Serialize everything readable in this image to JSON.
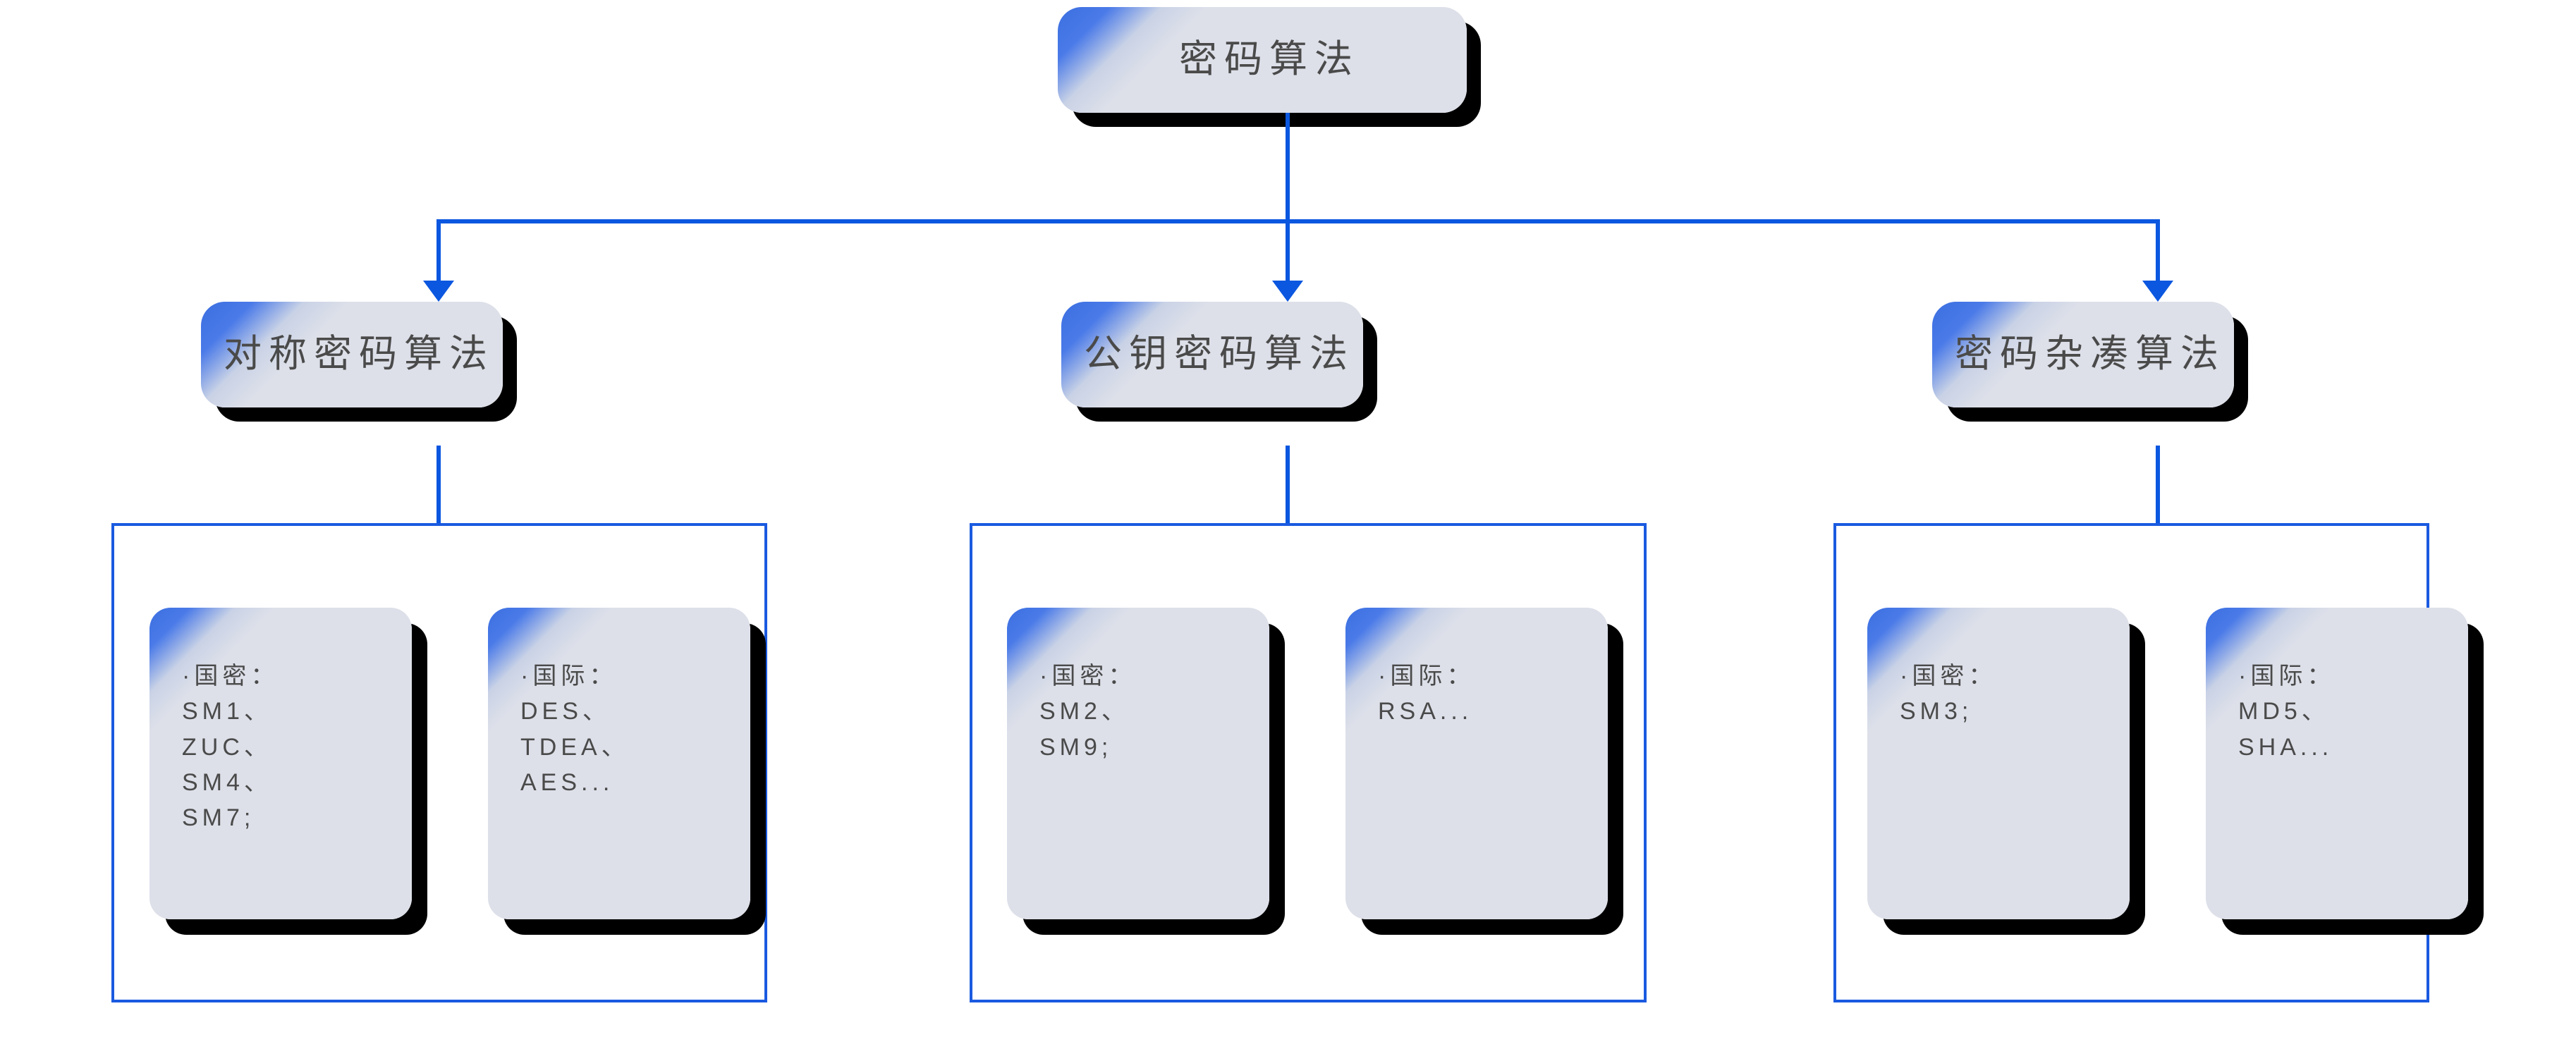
{
  "diagram": {
    "title": "密码算法",
    "type": "tree",
    "accent_color": "#0b57e0",
    "box_border_color": "#1a5ae0",
    "card_face_color": "#dde0e9",
    "card_accent_color": "#4a7ae8",
    "card_shadow_color": "#000000",
    "text_color": "#4a4a4a",
    "root": {
      "label": "密码算法"
    },
    "branches": [
      {
        "label": "对称密码算法",
        "leaves": [
          {
            "label": "·国密：\nSM1、\nZUC、\nSM4、\nSM7;"
          },
          {
            "label": "·国际：\nDES、\nTDEA、\nAES..."
          }
        ]
      },
      {
        "label": "公钥密码算法",
        "leaves": [
          {
            "label": "·国密：\nSM2、\nSM9;"
          },
          {
            "label": "·国际：\nRSA..."
          }
        ]
      },
      {
        "label": "密码杂凑算法",
        "leaves": [
          {
            "label": "·国密：\nSM3;"
          },
          {
            "label": "·国际：\nMD5、\nSHA..."
          }
        ]
      }
    ]
  }
}
